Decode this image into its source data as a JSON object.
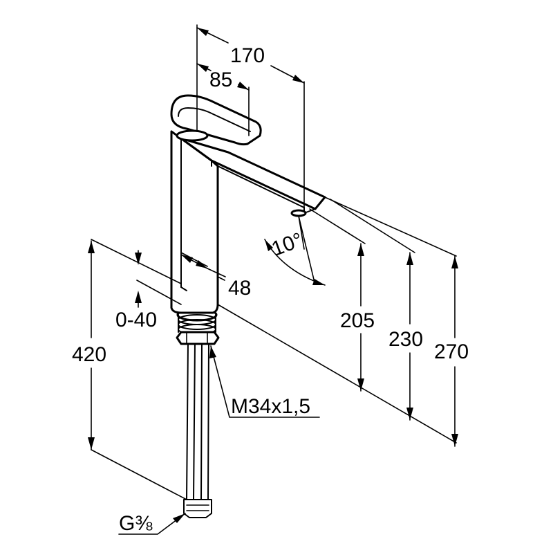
{
  "figure": {
    "subject": "basin faucet dimension drawing",
    "units": "mm",
    "line_color": "#000000",
    "background": "#ffffff"
  },
  "dimensions": {
    "width_total": "170",
    "lever_length": "85",
    "body_width": "48",
    "deck_range": "0-40",
    "spout_height": "205",
    "height_230": "230",
    "total_height": "270",
    "hose_length": "420",
    "thread": "M34x1,5",
    "connection": "G⅜"
  }
}
